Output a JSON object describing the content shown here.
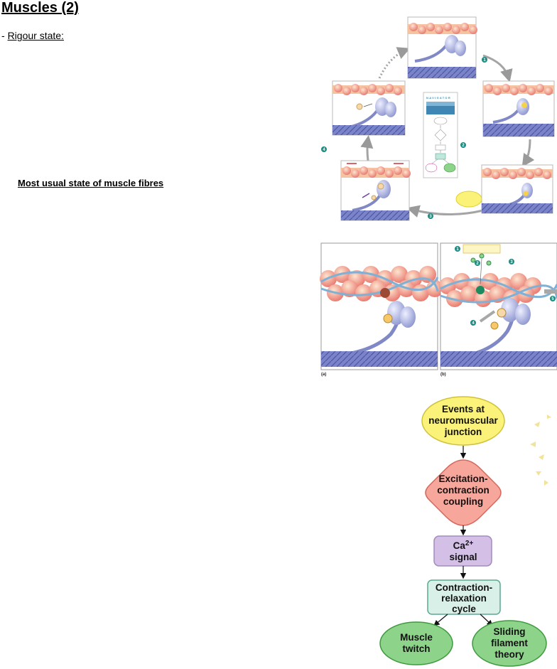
{
  "page": {
    "title": "Muscles (2)",
    "subtitle_prefix": "- ",
    "subtitle": "Rigour state:",
    "note": "Most usual state of muscle fibres"
  },
  "cycle_figure": {
    "navigator_title": "NAVIGATOR",
    "step_numbers": [
      "1",
      "2",
      "3",
      "4"
    ]
  },
  "detail_figure": {
    "panel_a_caption": "(a)",
    "panel_b_caption": "(b)",
    "step_numbers": [
      "1",
      "2",
      "3",
      "4",
      "5"
    ]
  },
  "flowchart": {
    "events": [
      "Events at",
      "neuromuscular",
      "junction"
    ],
    "ecc": [
      "Excitation-",
      "contraction",
      "coupling"
    ],
    "ca_main": "Ca",
    "ca_sup": "2+",
    "ca_sub": "signal",
    "cycle": [
      "Contraction-",
      "relaxation",
      "cycle"
    ],
    "twitch": [
      "Muscle",
      "twitch"
    ],
    "sliding": [
      "Sliding",
      "filament",
      "theory"
    ]
  },
  "colors": {
    "actin_red": "#e8746b",
    "actin_peach": "#f6c3a0",
    "myosin_blue": "#9fa6d8",
    "thick_filament": "#6f79c1",
    "teal_badge": "#1d8b80",
    "events_fill": "#fbf27a",
    "ecc_fill": "#f7a69b",
    "ca_fill": "#d4bfe6",
    "cycle_fill": "#d9f0e8",
    "green_fill": "#8dd48a"
  }
}
